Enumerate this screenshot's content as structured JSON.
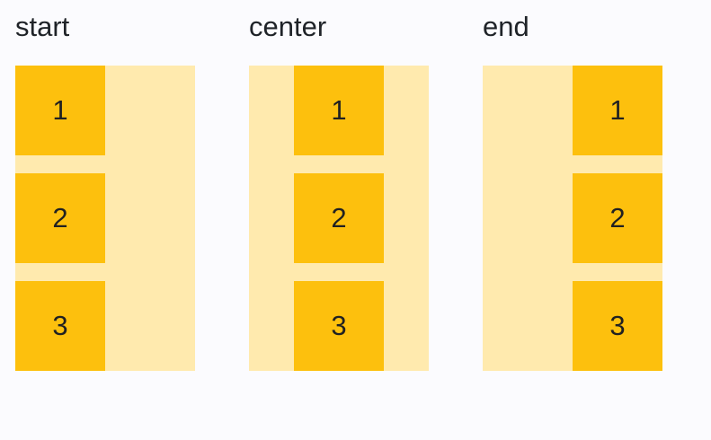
{
  "colors": {
    "page_bg": "#fbfbfe",
    "container_bg": "#ffeaae",
    "item_bg": "#fdc00d",
    "label_text": "#1f2328",
    "item_text": "#212121"
  },
  "panels": [
    {
      "label": "start",
      "alignment": "start",
      "items": [
        "1",
        "2",
        "3"
      ]
    },
    {
      "label": "center",
      "alignment": "center",
      "items": [
        "1",
        "2",
        "3"
      ]
    },
    {
      "label": "end",
      "alignment": "end",
      "items": [
        "1",
        "2",
        "3"
      ]
    }
  ]
}
